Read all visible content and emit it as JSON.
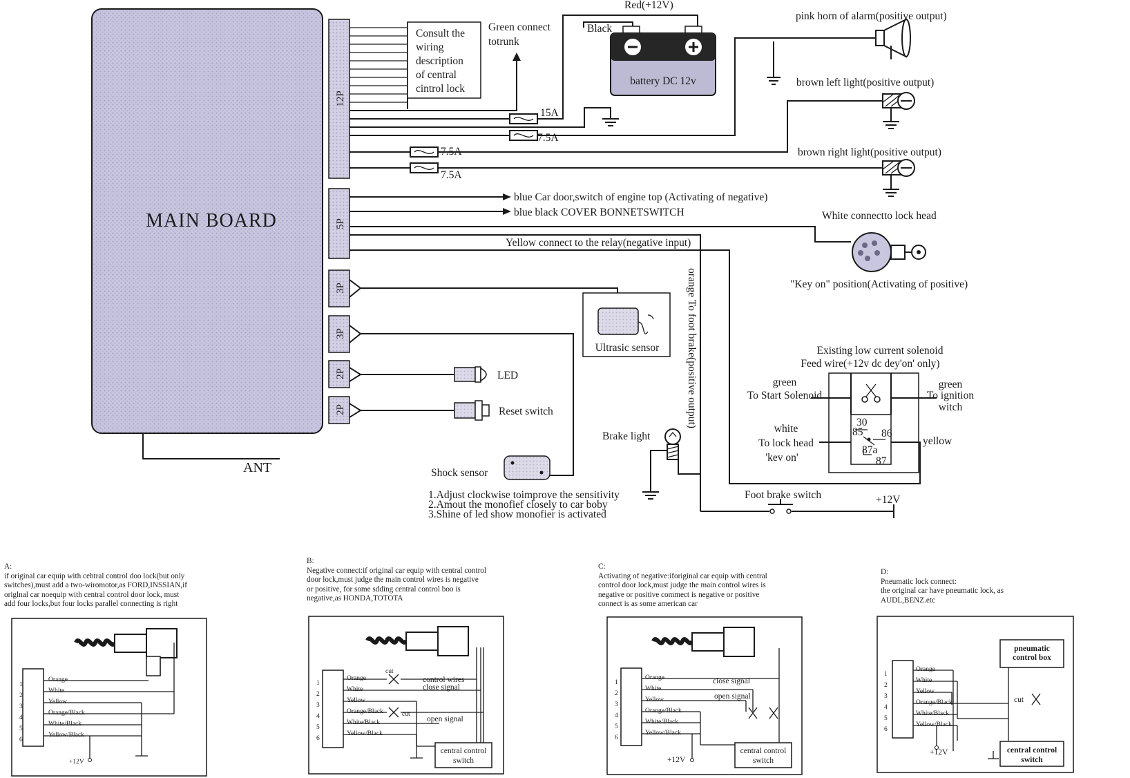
{
  "main_board": {
    "label": "MAIN BOARD",
    "antenna": "ANT"
  },
  "connectors": {
    "p12": "12P",
    "p5": "5P",
    "p3a": "3P",
    "p3b": "3P",
    "p2a": "2P",
    "p2b": "2P"
  },
  "top": {
    "consult_lines": [
      "Consult the",
      "wiring",
      "description",
      "of central",
      "cintrol lock"
    ],
    "green_lines": [
      "Green connect",
      "totrunk"
    ],
    "red": "Red(+12V)",
    "black": "Black",
    "battery": "battery DC 12v",
    "fuse_15a": "15A",
    "fuse_75a_1": "7.5A",
    "fuse_75a_2": "7.5A",
    "fuse_75a_3": "7.5A"
  },
  "right": {
    "horn": "pink horn of alarm(positive output)",
    "left_light": "brown left light(positive output)",
    "right_light": "brown right light(positive output)",
    "white_lock": "White connectto lock head",
    "key_on": "\"Key on\" position(Activating of positive)"
  },
  "wires": {
    "blue": "blue Car door,switch of engine top (Activating of negative)",
    "blue_black": "blue black COVER BONNETSWITCH",
    "yellow": "Yellow connect to the relay(negative input)",
    "orange": "orange To foot brake(positive output)"
  },
  "devices": {
    "ultrasonic": "Ultrasic sensor",
    "led": "LED",
    "reset": "Reset switch",
    "shock": "Shock sensor",
    "brake_light": "Brake light",
    "foot_brake": "Foot brake switch",
    "plus12": "+12V"
  },
  "sensitivity_notes": [
    "1.Adjust clockwise toimprove the sensitivity",
    "2.Amout the monofief closely to car boby",
    "3.Shine of led show monofier is activated"
  ],
  "relay": {
    "title_lines": [
      "Existing low current solenoid",
      "Feed wire(+12v dc dey'on' only)"
    ],
    "green_left_1": "green",
    "green_left_2": "To Start Solenoid",
    "green_right_1": "green",
    "green_right_2": "To ignition",
    "green_right_3": "witch",
    "white_1": "white",
    "white_2": "To lock head",
    "white_3": "'kev on'",
    "yellow": "yellow",
    "pin30": "30",
    "pin85": "85",
    "pin86": "86",
    "pin87a": "87a",
    "pin87": "87"
  },
  "panels": [
    {
      "note_lines": [
        "A:",
        "if original car equip with cehtral control doo lock(but only",
        "switches),must add a two-wiromotor,as FORD,INSSIAN,if",
        "origlnal car noequip with central control door lock, must",
        "add four locks,but four locks parallel connecting is right"
      ],
      "pins": [
        "1",
        "2",
        "3",
        "4",
        "5",
        "6"
      ],
      "wires": [
        "Orange",
        "White",
        "Yellow",
        "Orange/Black",
        "White/Black",
        "Yellow/Black"
      ],
      "plus12": "+12V"
    },
    {
      "note_lines": [
        "B:",
        "Negative connect:if original car equip with central control",
        "door lock,must judge the main control wires is negative",
        "or positive, for some sdding central control boo is",
        "negative,as HONDA,TOTOTA"
      ],
      "pins": [
        "1",
        "2",
        "3",
        "4",
        "5",
        "6"
      ],
      "wires": [
        "Orange",
        "White",
        "Yellow",
        "Orange/Black",
        "White/Black",
        "Yellow/Black"
      ],
      "cut1": "cut",
      "cut2": "cut",
      "control_wires_1": "control wires",
      "control_wires_2": "close signal",
      "open_signal": "open signal",
      "switch_1": "central control",
      "switch_2": "switch"
    },
    {
      "note_lines": [
        "C:",
        "Activating of negative:iforiginal car equip with central",
        "control door lock,must judge the main control wires is",
        "negative or positive commect is negative or positive",
        "connect is as some american car"
      ],
      "pins": [
        "1",
        "2",
        "3",
        "4",
        "5",
        "6"
      ],
      "wires": [
        "Orange",
        "White",
        "Yellow",
        "Orange/Black",
        "White/Black",
        "Yellow/Black"
      ],
      "close_signal": "close signal",
      "open_signal": "open signal",
      "switch_1": "central control",
      "switch_2": "switch",
      "plus12": "+12V"
    },
    {
      "note_lines": [
        "D:",
        "Pneumatic lock connect:",
        "the original car have pneumatic lock, as",
        "AUDL,BENZ.etc"
      ],
      "pins": [
        "1",
        "2",
        "3",
        "4",
        "5",
        "6"
      ],
      "wires": [
        "Orange",
        "White",
        "Yellow",
        "Orange/Black",
        "White/Black",
        "Yellow/Black"
      ],
      "box_1": "pneumatic",
      "box_2": "control box",
      "cut": "cut",
      "switch_1": "central control",
      "switch_2": "switch",
      "plus12": "+12V"
    }
  ],
  "colors": {
    "board": "#c7c4de",
    "connector": "#cfcbe0",
    "ink": "#1a1a1a"
  }
}
